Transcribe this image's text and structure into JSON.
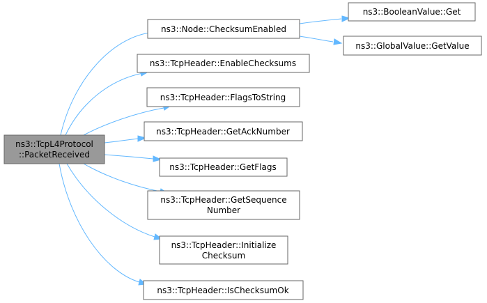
{
  "nodes": {
    "root": {
      "lines": [
        "ns3::TcpL4Protocol",
        "::PacketReceived"
      ]
    },
    "checksum_enabled": {
      "lines": [
        "ns3::Node::ChecksumEnabled"
      ]
    },
    "enable_checksums": {
      "lines": [
        "ns3::TcpHeader::EnableChecksums"
      ]
    },
    "flags_to_string": {
      "lines": [
        "ns3::TcpHeader::FlagsToString"
      ]
    },
    "get_ack_number": {
      "lines": [
        "ns3::TcpHeader::GetAckNumber"
      ]
    },
    "get_flags": {
      "lines": [
        "ns3::TcpHeader::GetFlags"
      ]
    },
    "get_sequence_number": {
      "lines": [
        "ns3::TcpHeader::GetSequence",
        "Number"
      ]
    },
    "initialize_checksum": {
      "lines": [
        "ns3::TcpHeader::Initialize",
        "Checksum"
      ]
    },
    "is_checksum_ok": {
      "lines": [
        "ns3::TcpHeader::IsChecksumOk"
      ]
    },
    "boolean_value_get": {
      "lines": [
        "ns3::BooleanValue::Get"
      ]
    },
    "global_value_get_value": {
      "lines": [
        "ns3::GlobalValue::GetValue"
      ]
    }
  },
  "colors": {
    "edge": "#63b8ff",
    "root_fill": "#999999",
    "node_fill": "#ffffff",
    "node_border": "#666666"
  }
}
